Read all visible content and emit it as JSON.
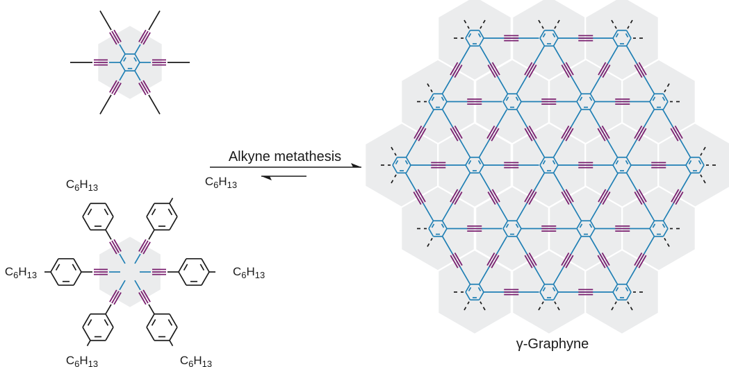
{
  "reaction": {
    "label": "Alkyne metathesis",
    "product_name": "γ-Graphyne",
    "substituent": {
      "c": "C",
      "n1": "6",
      "h": "H",
      "n2": "13"
    }
  },
  "colors": {
    "ring": "#1f7fb4",
    "alkyne": "#7a1f6f",
    "bond": "#1a1a1a",
    "cell": "#ebeced"
  }
}
